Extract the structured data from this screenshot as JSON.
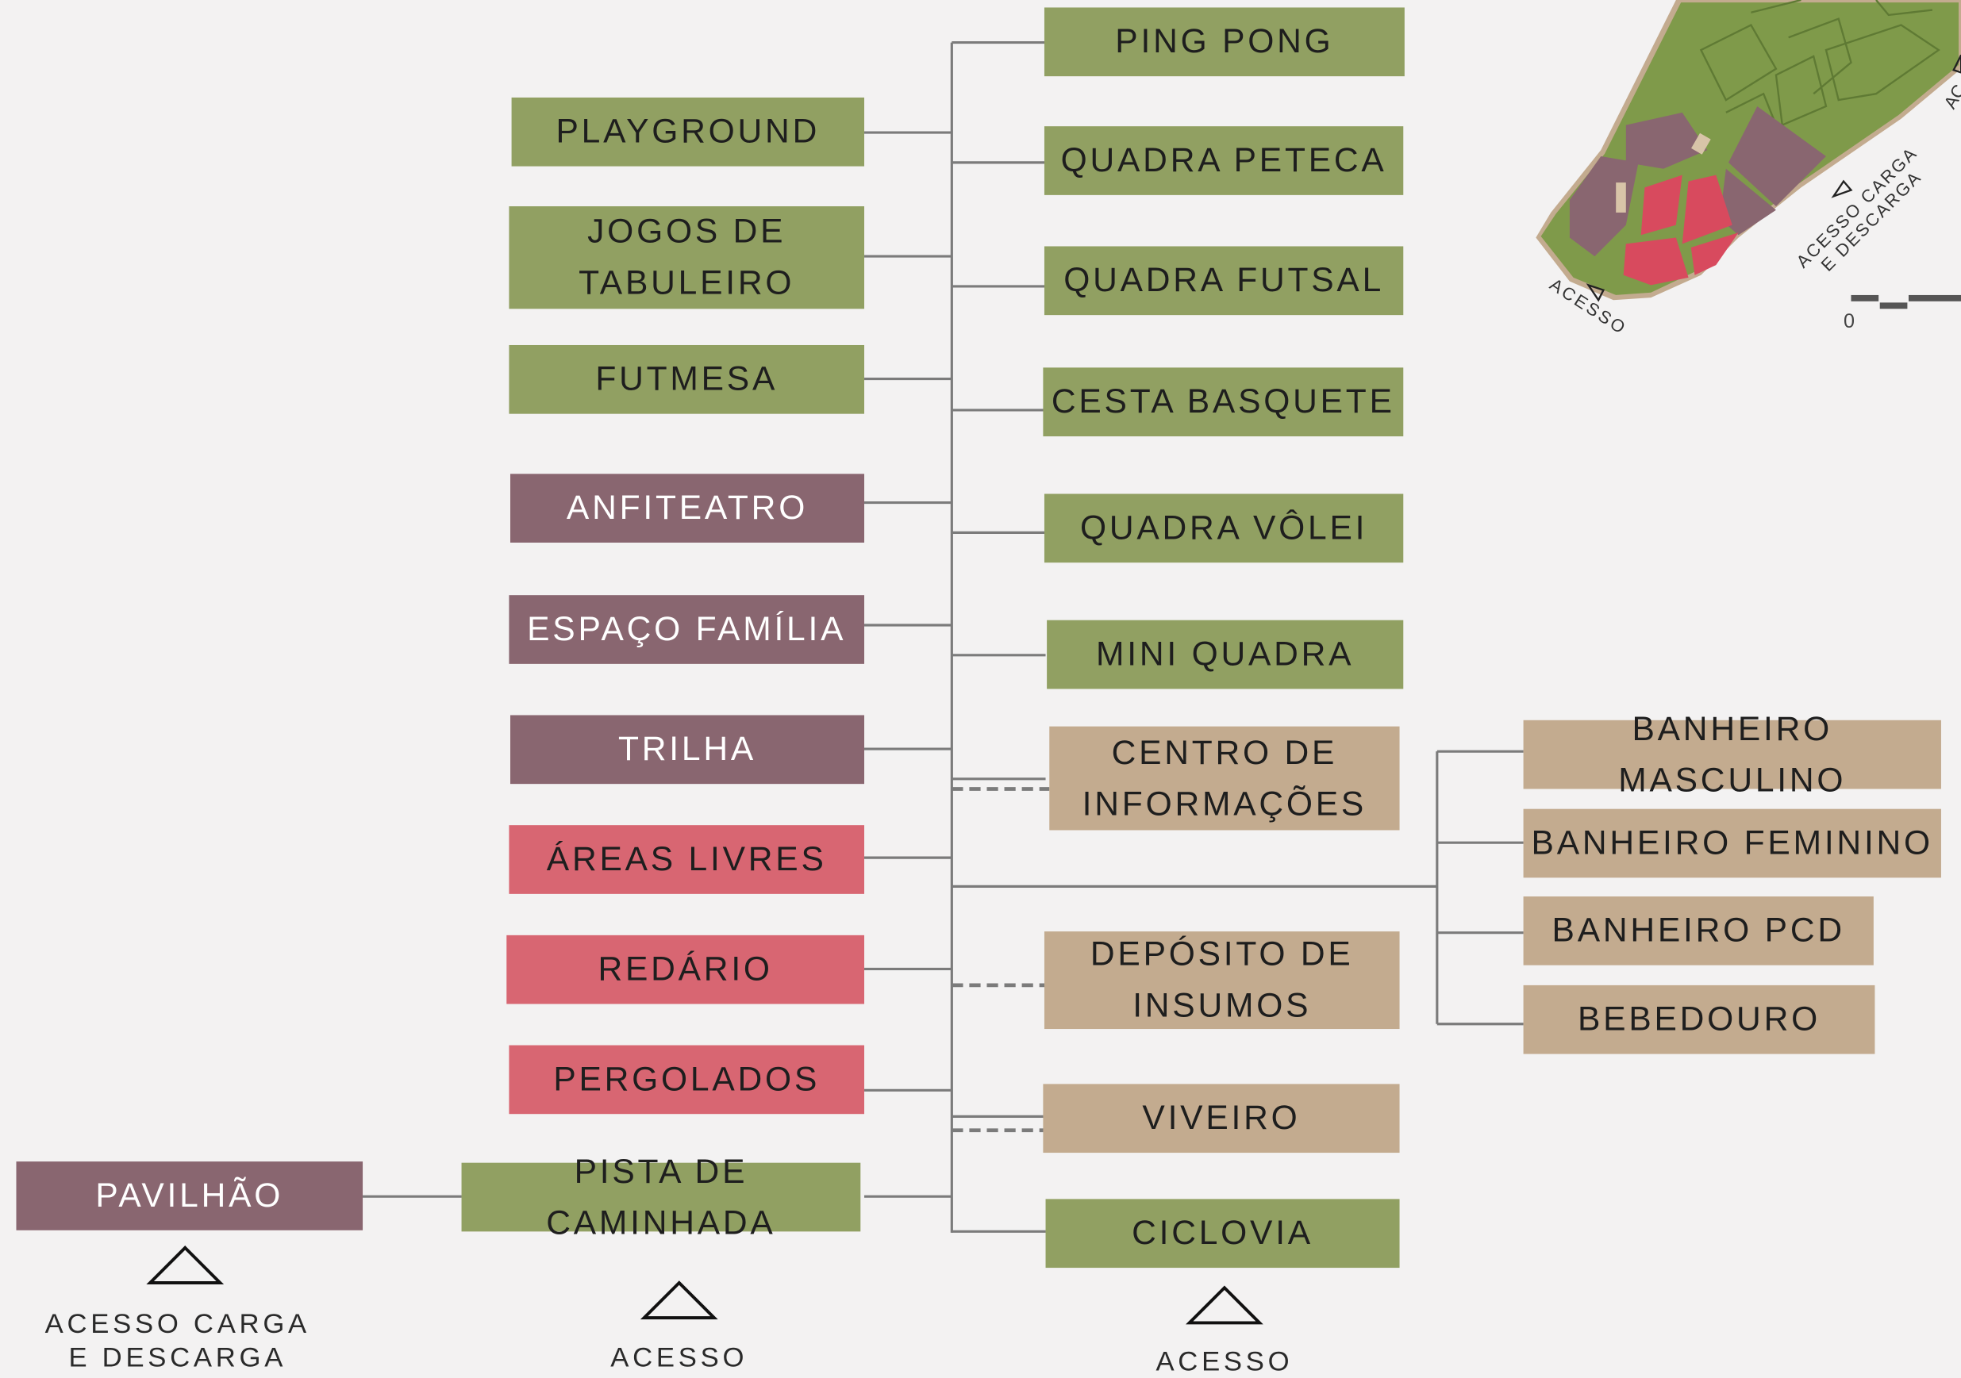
{
  "colors": {
    "green": "#91a062",
    "purple": "#896670",
    "red": "#d86672",
    "tan": "#c3ab8f",
    "line": "#7b7b7b",
    "background": "#f3f2f2"
  },
  "left_column": [
    {
      "id": "playground",
      "label": "PLAYGROUND",
      "category": "green"
    },
    {
      "id": "jogos-de-tabuleiro",
      "label": "JOGOS DE\nTABULEIRO",
      "category": "green"
    },
    {
      "id": "futmesa",
      "label": "FUTMESA",
      "category": "green"
    },
    {
      "id": "anfiteatro",
      "label": "ANFITEATRO",
      "category": "purple"
    },
    {
      "id": "espaco-familia",
      "label": "ESPAÇO FAMÍLIA",
      "category": "purple"
    },
    {
      "id": "trilha",
      "label": "TRILHA",
      "category": "purple"
    },
    {
      "id": "areas-livres",
      "label": "ÁREAS LIVRES",
      "category": "red"
    },
    {
      "id": "redario",
      "label": "REDÁRIO",
      "category": "red"
    },
    {
      "id": "pergolados",
      "label": "PERGOLADOS",
      "category": "red"
    },
    {
      "id": "pista-de-caminhada",
      "label": "PISTA DE CAMINHADA",
      "category": "green"
    },
    {
      "id": "pavilhao",
      "label": "PAVILHÃO",
      "category": "purple"
    }
  ],
  "right_column": [
    {
      "id": "ping-pong",
      "label": "PING PONG",
      "category": "green"
    },
    {
      "id": "quadra-peteca",
      "label": "QUADRA PETECA",
      "category": "green"
    },
    {
      "id": "quadra-futsal",
      "label": "QUADRA FUTSAL",
      "category": "green"
    },
    {
      "id": "cesta-basquete",
      "label": "CESTA BASQUETE",
      "category": "green"
    },
    {
      "id": "quadra-volei",
      "label": "QUADRA VÔLEI",
      "category": "green"
    },
    {
      "id": "mini-quadra",
      "label": "MINI QUADRA",
      "category": "green"
    },
    {
      "id": "centro-de-informacoes",
      "label": "CENTRO DE\nINFORMAÇÕES",
      "category": "tan"
    },
    {
      "id": "deposito-de-insumos",
      "label": "DEPÓSITO DE\nINSUMOS",
      "category": "tan"
    },
    {
      "id": "viveiro",
      "label": "VIVEIRO",
      "category": "tan"
    },
    {
      "id": "ciclovia",
      "label": "CICLOVIA",
      "category": "green"
    }
  ],
  "services": [
    {
      "id": "banheiro-masculino",
      "label": "BANHEIRO MASCULINO",
      "category": "tan"
    },
    {
      "id": "banheiro-feminino",
      "label": "BANHEIRO FEMININO",
      "category": "tan"
    },
    {
      "id": "banheiro-pcd",
      "label": "BANHEIRO PCD",
      "category": "tan"
    },
    {
      "id": "bebedouro",
      "label": "BEBEDOURO",
      "category": "tan"
    }
  ],
  "access_points": [
    {
      "id": "acesso-carga-descarga",
      "label": "ACESSO CARGA\nE DESCARGA"
    },
    {
      "id": "acesso-central",
      "label": "ACESSO"
    },
    {
      "id": "acesso-direita",
      "label": "ACESSO"
    }
  ],
  "minimap": {
    "labels": [
      "ACESSO",
      "ACESSO CARGA\nE DESCARGA",
      "0",
      "AC"
    ]
  }
}
